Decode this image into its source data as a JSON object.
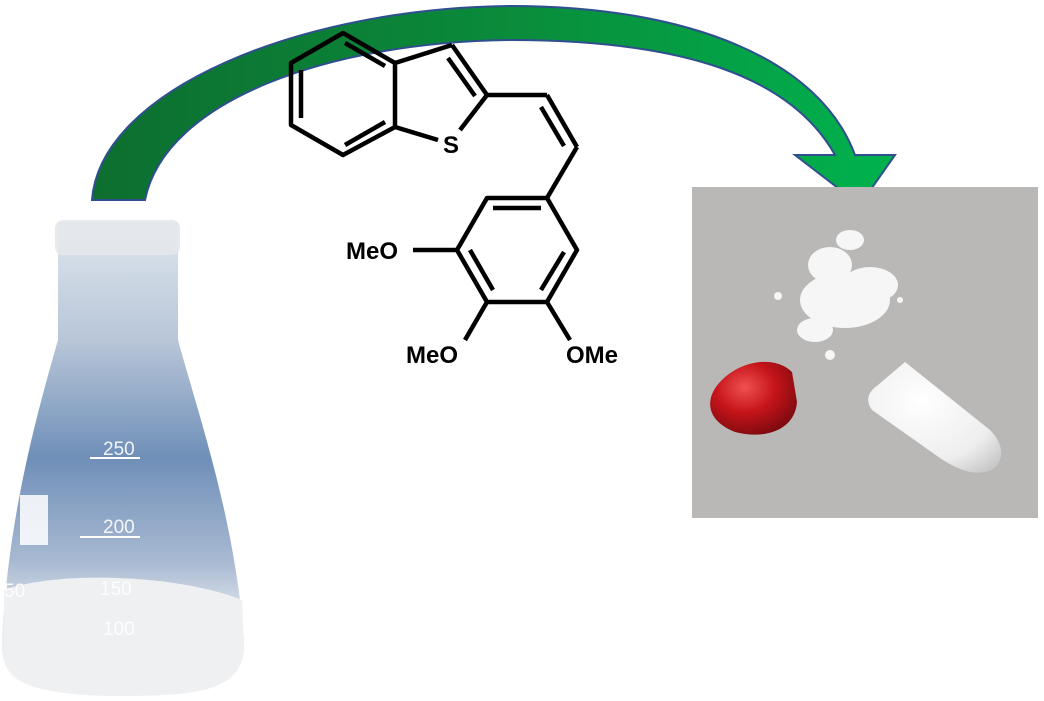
{
  "structure": {
    "sulfur": "S",
    "substituents": [
      "MeO",
      "MeO",
      "OMe"
    ]
  },
  "flask": {
    "graduations": [
      "250",
      "200",
      "150",
      "100",
      "50"
    ]
  },
  "colors": {
    "arrow_dark": "#0f7a35",
    "arrow_light": "#00b04f",
    "arrow_outline": "#2f4f8f",
    "capsule_red": "#c0141a",
    "photo_bg": "#b9b8b6"
  }
}
